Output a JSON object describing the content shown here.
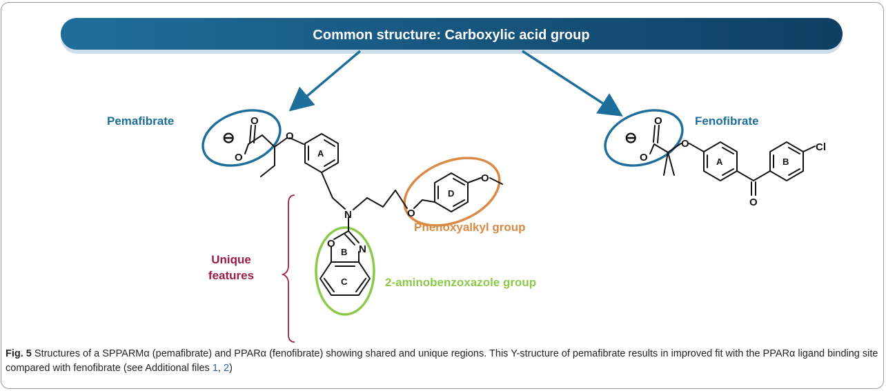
{
  "banner": {
    "title": "Common structure: Carboxylic acid group",
    "color_start": "#1f6e9a",
    "color_end": "#0f3f63"
  },
  "labels": {
    "pemafibrate": "Pemafibrate",
    "fenofibrate": "Fenofibrate",
    "unique_features_line1": "Unique",
    "unique_features_line2": "features",
    "phenoxyalkyl": "Phenoxyalkyl group",
    "aminobenzoxazole": "2-aminobenzoxazole group"
  },
  "atoms": {
    "minus": "⊖",
    "O": "O",
    "N": "N",
    "Cl": "Cl",
    "ring_A": "A",
    "ring_B": "B",
    "ring_C": "C",
    "ring_D": "D"
  },
  "colors": {
    "blue": "#1d6e9a",
    "orange": "#d98a45",
    "green": "#8cc84b",
    "maroon": "#9b1c4a"
  },
  "caption": {
    "fig": "Fig. 5",
    "text": "Structures of a SPPARMα (pemafibrate) and PPARα (fenofibrate) showing shared and unique regions. This Y-structure of pemafibrate results in improved fit with the PPARα ligand binding site compared with fenofibrate (see Additional files ",
    "link1": "1",
    "sep": ", ",
    "link2": "2",
    "close": ")"
  }
}
